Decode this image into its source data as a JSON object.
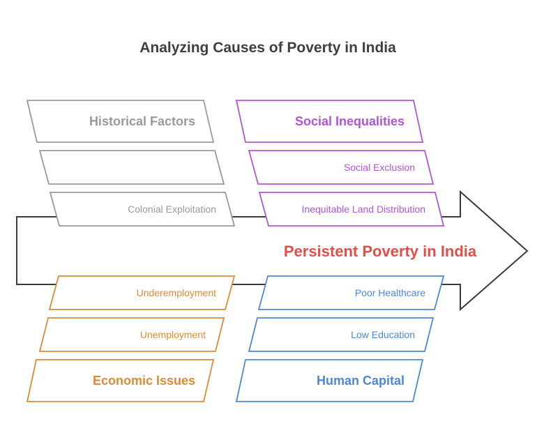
{
  "title": "Analyzing Causes of Poverty in India",
  "effect": {
    "label": "Persistent Poverty in India",
    "color": "#e0504b"
  },
  "colors": {
    "historical": "#9a9a9a",
    "social": "#b055d8",
    "economic": "#de8a33",
    "human": "#4e86d8",
    "arrow_stroke": "#3a3a3a"
  },
  "groups": {
    "historical": {
      "label": "Historical Factors",
      "items": [
        "",
        "Colonial Exploitation"
      ]
    },
    "social": {
      "label": "Social Inequalities",
      "items": [
        "Social Exclusion",
        "Inequitable Land Distribution"
      ]
    },
    "economic": {
      "label": "Economic Issues",
      "items": [
        "Underemployment",
        "Unemployment"
      ]
    },
    "human": {
      "label": "Human Capital",
      "items": [
        "Poor Healthcare",
        "Low Education"
      ]
    }
  }
}
